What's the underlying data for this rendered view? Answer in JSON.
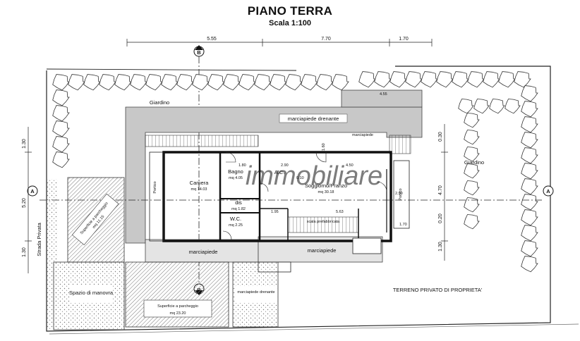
{
  "title": "PIANO TERRA",
  "scale": "Scala 1:100",
  "top_dims": [
    "5.55",
    "7.70",
    "1.70"
  ],
  "section_marks": {
    "b": "B",
    "a": "A"
  },
  "left_dims": [
    "1.30",
    "5.20",
    "1.30"
  ],
  "right_dims": [
    "0.30",
    "4.70",
    "0.20",
    "1.30"
  ],
  "rooms": {
    "camera": {
      "name": "Camera",
      "area": "mq 14.03"
    },
    "bagno": {
      "name": "Bagno",
      "area": "mq 4.05"
    },
    "dis": {
      "name": "dis",
      "area": "mq 1.82"
    },
    "wc": {
      "name": "W.C.",
      "area": "mq 2.25"
    },
    "soggiorno": {
      "name": "Soggiorno/Pranzo",
      "area": "mq 30.18"
    },
    "ac": "A.C.",
    "portico": "Portico",
    "porticino": "Portico"
  },
  "labels": {
    "giardino_top": "Giardino",
    "giardino_right": "Giardino",
    "marciapiede_drenante_top": "marciapiede drenante",
    "marciapiede_nord": "marciapiede",
    "marciapiede_sud1": "marciapiede",
    "marciapiede_sud2": "marciapiede",
    "scala": "scala prefabbricata",
    "strada": "Strada Privata",
    "parcheggio1": "Superficie a parcheggio",
    "parcheggio1_area": "mq 11.15",
    "parcheggio2": "Superficie a parcheggio",
    "parcheggio2_area": "mq 23.20",
    "manovra": "Spazio di manovra",
    "drenante_bottom": "marciapiede drenante",
    "terreno": "TERRENO PRIVATO DI PROPRIETA'"
  },
  "inner_dims": {
    "d455": "4.55",
    "d180": "1.80",
    "d290": "2.90",
    "d450": "4.50",
    "d195": "1.95",
    "d563": "5.63",
    "d170": "1.70",
    "d160": "1.60",
    "d010": "0.10",
    "d250": "2.50"
  },
  "watermark": "immobiliare"
}
